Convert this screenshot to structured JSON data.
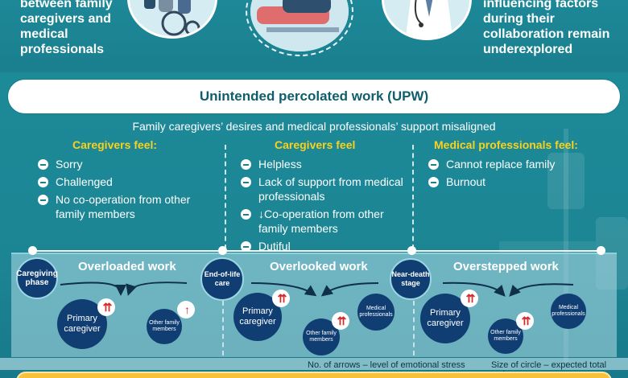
{
  "top": {
    "left_text": [
      "between family",
      "caregivers and",
      "medical",
      "professionals"
    ],
    "right_text": [
      "influencing factors",
      "during their",
      "collaboration remain",
      "underexplored"
    ]
  },
  "upw": {
    "title": "Unintended percolated work (UPW)",
    "subtitle": "Family caregivers’ desires and medical professionals’ support misaligned"
  },
  "columns": [
    {
      "heading": "Caregivers feel:",
      "items": [
        "Sorry",
        "Challenged",
        "No co-operation from other family members"
      ]
    },
    {
      "heading": "Caregivers feel",
      "items": [
        "Helpless",
        "Lack of support from medical professionals",
        "↓Co-operation from other family members",
        "Dutiful"
      ]
    },
    {
      "heading": "Medical professionals feel:",
      "items": [
        "Cannot replace family",
        "Burnout"
      ]
    }
  ],
  "phases": [
    {
      "label": "Caregiving phase",
      "work": "Overloaded work",
      "primary": "Primary caregiver",
      "primary_arrows": "⇈",
      "other": "Other family members",
      "other_arrows": "↑"
    },
    {
      "label": "End-of-life care",
      "work": "Overlooked work",
      "primary": "Primary caregiver",
      "primary_arrows": "⇈",
      "other": "Other family members",
      "other_arrows": "⇈",
      "medical": "Medical professionals"
    },
    {
      "label": "Near-death stage",
      "work": "Overstepped work",
      "primary": "Primary caregiver",
      "primary_arrows": "⇈",
      "other": "Other family members",
      "other_arrows": "⇈",
      "medical": "Medical professionals"
    }
  ],
  "legend": {
    "arrows": "No. of arrows – level of emotional stress",
    "circle": "Size of circle – expected total tasks"
  },
  "colors": {
    "accent_yellow": "#f7d21e",
    "navy": "#103e72",
    "teal": "#1e8b9a",
    "stress_red": "#d62828"
  }
}
